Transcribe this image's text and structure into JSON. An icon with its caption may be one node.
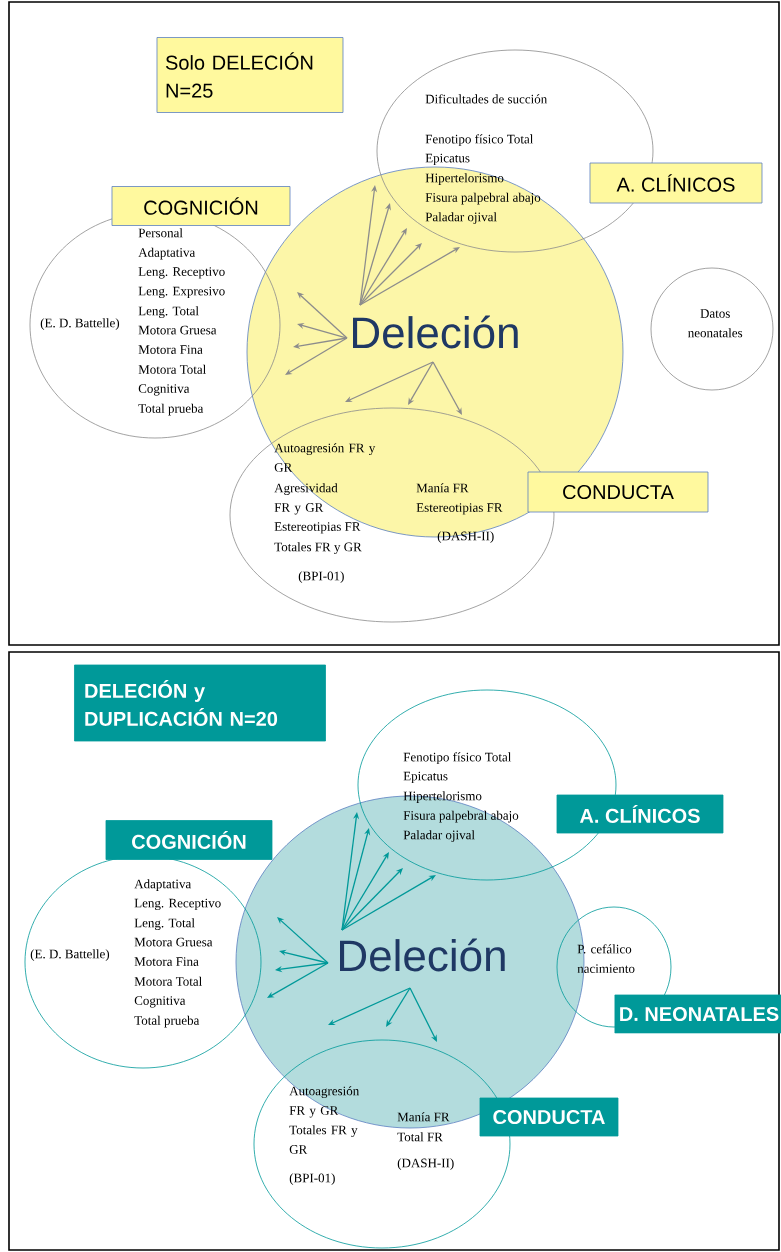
{
  "diagram": {
    "nodes": [
      {
        "text": [
          "Solo DELECIÓN N=25"
        ]
      },
      {
        "text": [
          "Dificultades de succión",
          "Fenotipo físico Total",
          "Epicatus",
          "Hipertelorismo",
          "Fisura palpebral abajo",
          "Paladar ojival"
        ]
      },
      {
        "text": [
          "A. CLÍNICOS"
        ]
      },
      {
        "text": [
          "COGNICIÓN"
        ]
      },
      {
        "text": [
          "(E. D. Battelle)",
          "Personal",
          "Adaptativa",
          "Leng. Receptivo",
          "Leng. Expresivo",
          "Leng. Total",
          "Motora Gruesa",
          "Motora Fina",
          "Motora Total",
          "Cognitiva",
          "Total prueba"
        ]
      },
      {
        "text": [
          "Deleción"
        ]
      },
      {
        "text": [
          "Datos neonatales"
        ]
      },
      {
        "text": [
          "Autoagresión FR y GR",
          "Agresividad FR y GR",
          "Estereotipias FR",
          "Totales FR y GR",
          "(BPI-01)",
          "Manía FR",
          "Estereotipias FR",
          "(DASH-II)"
        ]
      },
      {
        "text": [
          "CONDUCTA"
        ]
      },
      {
        "text": [
          "DELECIÓN y DUPLICACIÓN N=20"
        ]
      },
      {
        "text": [
          "Fenotipo físico Total",
          "Epicatus",
          "Hipertelorismo",
          "Fisura palpebral abajo",
          "Paladar ojival"
        ]
      },
      {
        "text": [
          "A. CLÍNICOS"
        ]
      },
      {
        "text": [
          "COGNICIÓN"
        ]
      },
      {
        "text": [
          "(E. D. Battelle)",
          "Adaptativa",
          "Leng. Receptivo",
          "Leng. Total",
          "Motora Gruesa",
          "Motora Fina",
          "Motora Total",
          "Cognitiva",
          "Total prueba"
        ]
      },
      {
        "text": [
          "Deleción"
        ]
      },
      {
        "text": [
          "P. cefálico nacimiento"
        ]
      },
      {
        "text": [
          "D. NEONATALES"
        ]
      },
      {
        "text": [
          "Autoagresión FR y GR",
          "Totales FR y GR",
          "(BPI-01)",
          "Manía FR",
          "Total FR",
          "(DASH-II)"
        ]
      },
      {
        "text": [
          "CONDUCTA"
        ]
      }
    ],
    "edges": [
      {
        "from": 5,
        "to": null,
        "arrow": "to"
      },
      {
        "from": 5,
        "to": null,
        "arrow": "to"
      },
      {
        "from": 5,
        "to": null,
        "arrow": "to"
      },
      {
        "from": 5,
        "to": null,
        "arrow": "to"
      },
      {
        "from": 5,
        "to": null,
        "arrow": "to"
      },
      {
        "from": 5,
        "to": null,
        "arrow": "to"
      },
      {
        "from": 5,
        "to": null,
        "arrow": "to"
      },
      {
        "from": 5,
        "to": null,
        "arrow": "to"
      },
      {
        "from": 5,
        "to": null,
        "arrow": "to"
      },
      {
        "from": 5,
        "to": null,
        "arrow": "to"
      },
      {
        "from": 5,
        "to": null,
        "arrow": "to"
      },
      {
        "from": 5,
        "to": null,
        "arrow": "to"
      },
      {
        "from": 14,
        "to": null,
        "arrow": "to",
        "color": "#009999"
      },
      {
        "from": 14,
        "to": null,
        "arrow": "to",
        "color": "#009999"
      },
      {
        "from": 14,
        "to": null,
        "arrow": "to",
        "color": "#009999"
      },
      {
        "from": 14,
        "to": null,
        "arrow": "to",
        "color": "#009999"
      },
      {
        "from": 14,
        "to": null,
        "arrow": "to",
        "color": "#009999"
      },
      {
        "from": 14,
        "to": null,
        "arrow": "to",
        "color": "#009999"
      },
      {
        "from": 14,
        "to": null,
        "arrow": "to",
        "color": "#009999"
      },
      {
        "from": 14,
        "to": null,
        "arrow": "to",
        "color": "#009999"
      },
      {
        "from": 14,
        "to": null,
        "arrow": "to",
        "color": "#009999"
      },
      {
        "from": 14,
        "to": null,
        "arrow": "to",
        "color": "#009999"
      },
      {
        "from": 14,
        "to": null,
        "arrow": "to",
        "color": "#009999"
      },
      {
        "from": 14,
        "to": null,
        "arrow": "to",
        "color": "#009999"
      }
    ]
  }
}
